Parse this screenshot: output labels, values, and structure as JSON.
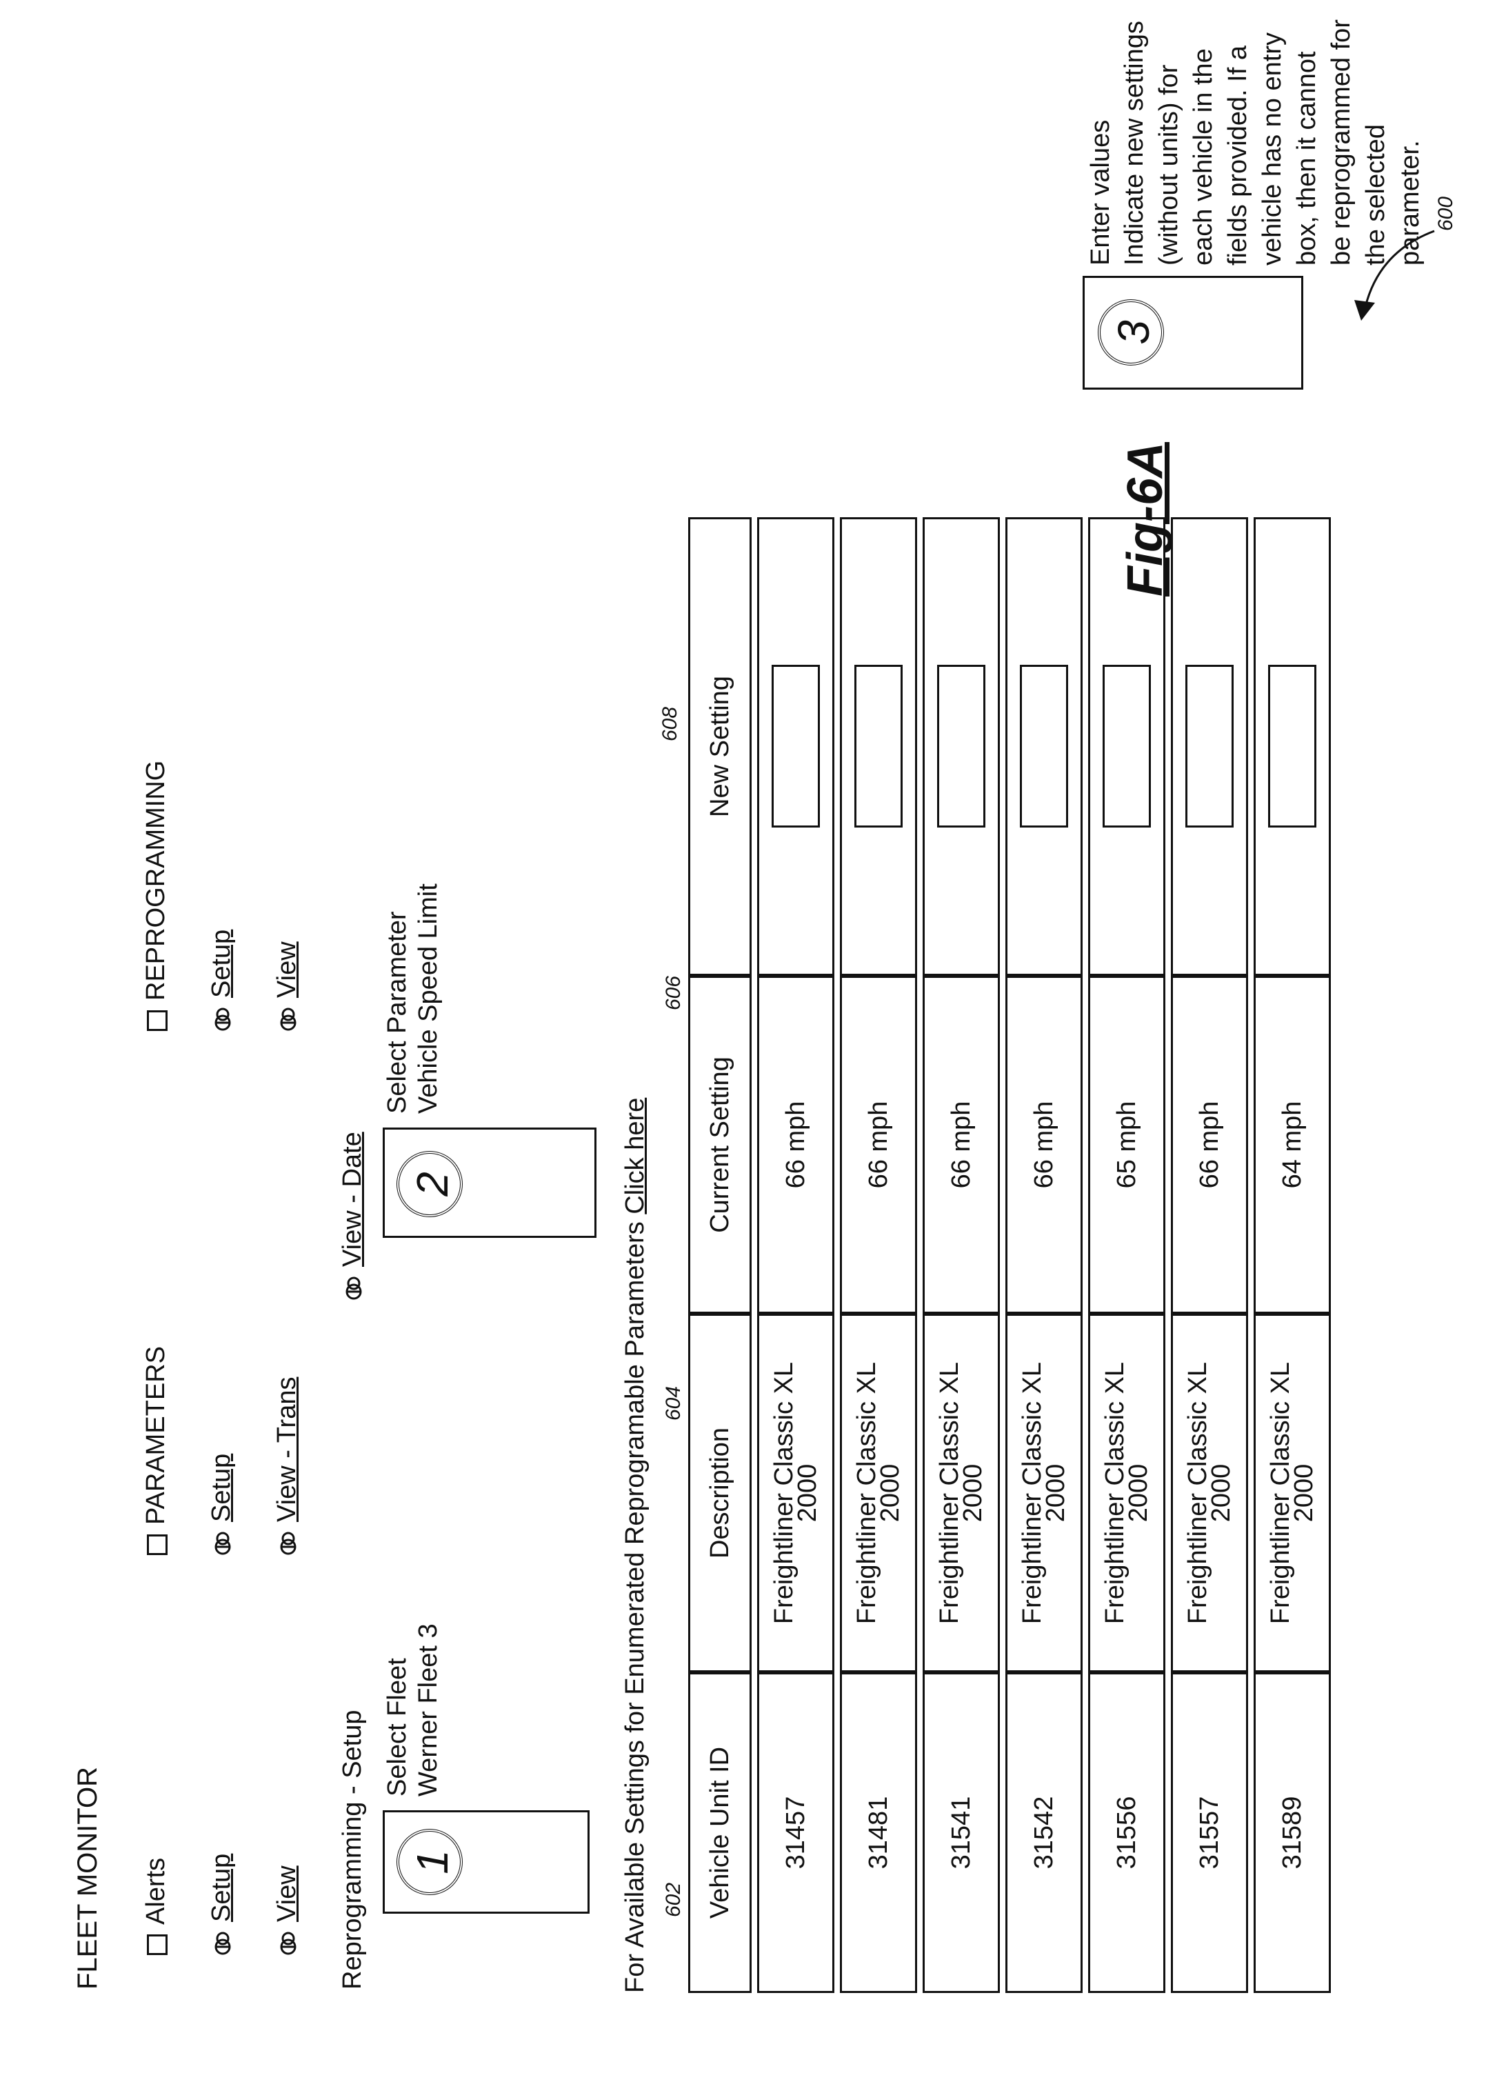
{
  "app_title": "FLEET MONITOR",
  "nav": {
    "alerts": {
      "label": "Alerts",
      "links": [
        "Setup",
        "View"
      ]
    },
    "parameters": {
      "label": "PARAMETERS",
      "links": [
        "Setup",
        "View - Trans",
        "View - Date"
      ]
    },
    "reprogramming": {
      "label": "REPROGRAMMING",
      "links": [
        "Setup",
        "View"
      ]
    }
  },
  "breadcrumb": "Reprogramming - Setup",
  "steps": [
    {
      "num": "1",
      "title": "Select Fleet",
      "value": "Werner Fleet 3"
    },
    {
      "num": "2",
      "title": "Select Parameter",
      "value": "Vehicle Speed Limit"
    },
    {
      "num": "3",
      "title": "Enter values",
      "value": "Indicate new settings (without units) for each vehicle in the fields provided.  If a vehicle has no entry box, then it cannot be reprogrammed for the selected parameter."
    }
  ],
  "notice": {
    "text": "For Available Settings for Enumerated Reprogramable Parameters",
    "link": "Click here"
  },
  "table": {
    "headers": [
      "Vehicle Unit ID",
      "Description",
      "Current Setting",
      "New Setting"
    ],
    "header_refs": [
      "602",
      "604",
      "606",
      "608"
    ],
    "rows": [
      {
        "id": "31457",
        "desc1": "Freightliner Classic XL",
        "desc2": "2000",
        "current": "66 mph"
      },
      {
        "id": "31481",
        "desc1": "Freightliner Classic XL",
        "desc2": "2000",
        "current": "66 mph"
      },
      {
        "id": "31541",
        "desc1": "Freightliner Classic XL",
        "desc2": "2000",
        "current": "66 mph"
      },
      {
        "id": "31542",
        "desc1": "Freightliner Classic XL",
        "desc2": "2000",
        "current": "66 mph"
      },
      {
        "id": "31556",
        "desc1": "Freightliner Classic XL",
        "desc2": "2000",
        "current": "65 mph"
      },
      {
        "id": "31557",
        "desc1": "Freightliner Classic XL",
        "desc2": "2000",
        "current": "66 mph"
      },
      {
        "id": "31589",
        "desc1": "Freightliner Classic XL",
        "desc2": "2000",
        "current": "64 mph"
      }
    ]
  },
  "figure": {
    "label": "Fig-6A",
    "ref": "600"
  }
}
